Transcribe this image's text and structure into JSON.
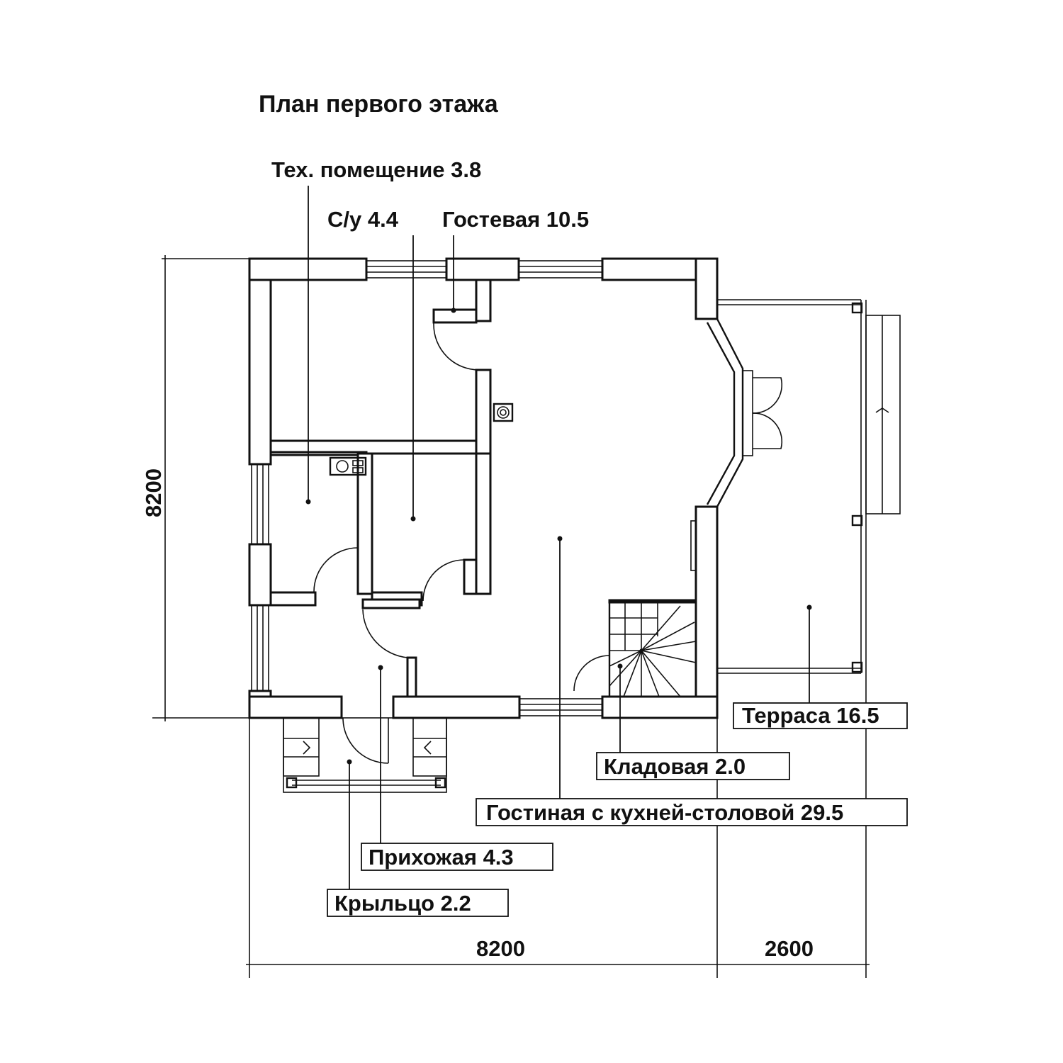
{
  "title": "План первого этажа",
  "rooms": {
    "tech": "Тех. помещение 3.8",
    "wc": "С/у 4.4",
    "guest": "Гостевая 10.5",
    "terrace": "Терраса 16.5",
    "pantry": "Кладовая  2.0",
    "living": "Гостиная с кухней-столовой  29.5",
    "hall": "Прихожая  4.3",
    "porch": "Крыльцо  2.2"
  },
  "dimensions": {
    "height": "8200",
    "width_main": "8200",
    "width_terrace": "2600"
  }
}
